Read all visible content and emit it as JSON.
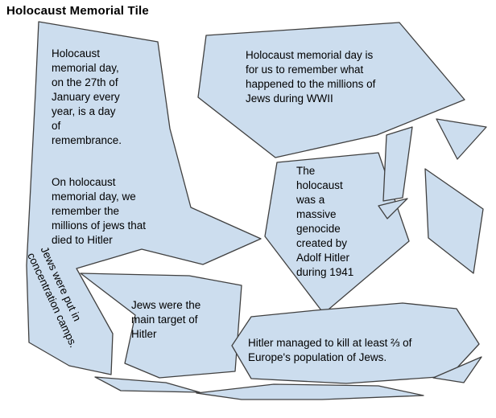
{
  "title": "Holocaust Memorial Tile",
  "tiles": {
    "intro": "Holocaust\nmemorial day,\non the 27th of\nJanuary every\nyear, is a day\nof\nremembrance.",
    "remember": "On holocaust\nmemorial day, we\nremember the\nmillions of jews that\ndied to Hitler",
    "camps": "Jews were put in\nconcentration camps.",
    "wwii": "Holocaust memorial day is\nfor us to remember what\nhappened to the millions of\nJews during WWII",
    "genocide": "The\nholocaust\nwas a\nmassive\ngenocide\ncreated by\nAdolf Hitler\nduring 1941",
    "target": "Jews were the\nmain target of\nHitler",
    "kill": "Hitler managed to kill at least ⅔ of\nEurope's population of Jews."
  },
  "colors": {
    "tile_fill": "#ccddee",
    "tile_stroke": "#404040",
    "background": "#ffffff",
    "text": "#000000"
  }
}
